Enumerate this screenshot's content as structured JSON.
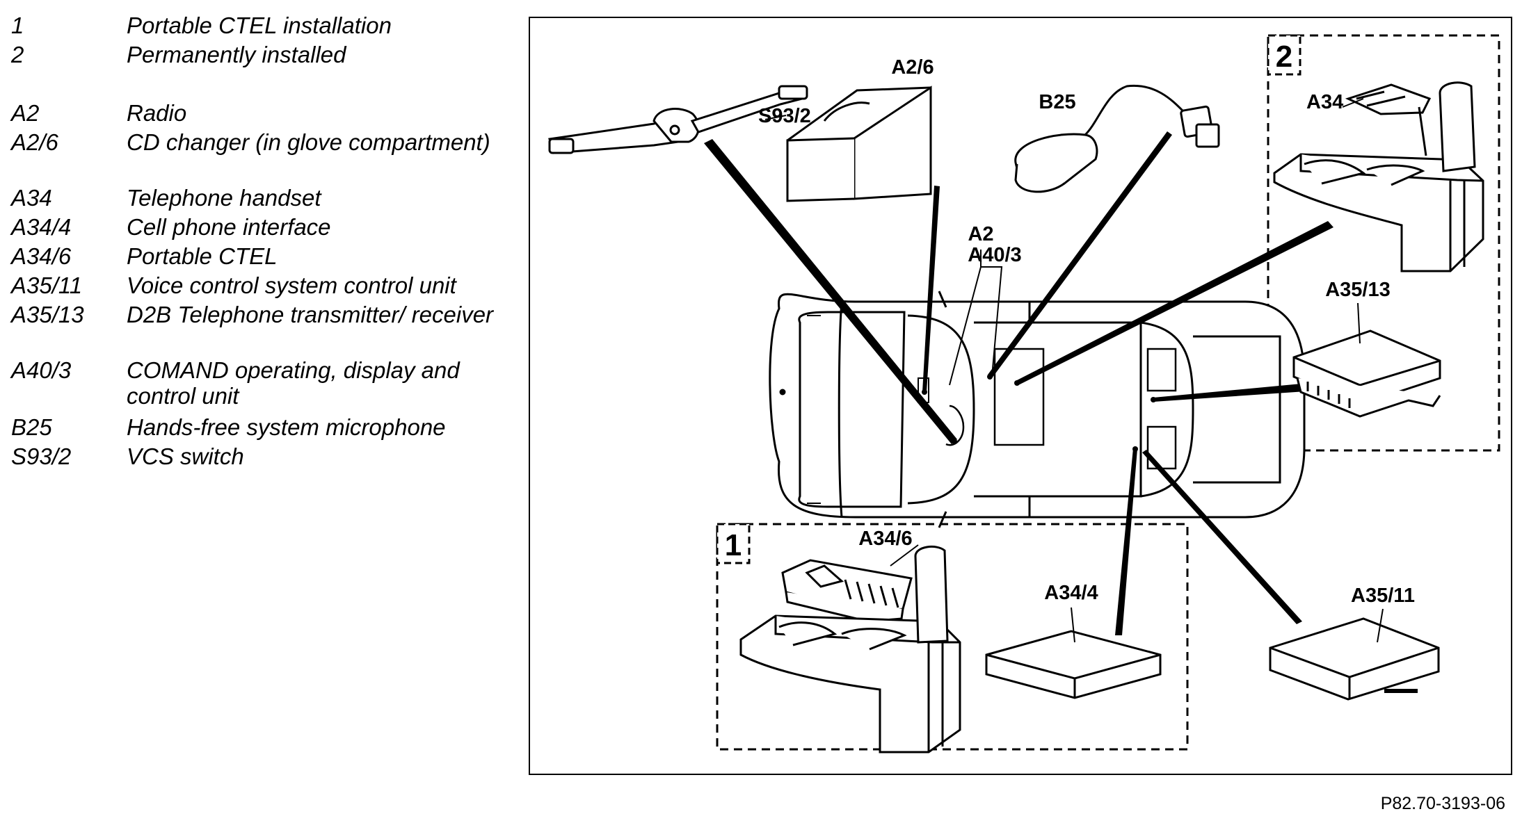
{
  "legend": [
    {
      "code": "1",
      "text": "Portable CTEL installation"
    },
    {
      "code": "2",
      "text": "Permanently installed"
    },
    {
      "code": "A2",
      "text": "Radio"
    },
    {
      "code": "A2/6",
      "text": "CD changer (in glove compartment)"
    },
    {
      "code": "A34",
      "text": "Telephone handset"
    },
    {
      "code": "A34/4",
      "text": "Cell phone interface"
    },
    {
      "code": "A34/6",
      "text": "Portable CTEL"
    },
    {
      "code": "A35/11",
      "text": "Voice control system control unit"
    },
    {
      "code": "A35/13",
      "text": "D2B Telephone transmitter/ receiver"
    },
    {
      "code": "A40/3",
      "text": "COMAND operating, display and control unit"
    },
    {
      "code": "B25",
      "text": "Hands-free system microphone"
    },
    {
      "code": "S93/2",
      "text": "VCS switch"
    }
  ],
  "diagram": {
    "labels": {
      "s93_2": "S93/2",
      "a2_6": "A2/6",
      "b25": "B25",
      "a2": "A2",
      "a40_3": "A40/3",
      "a34": "A34",
      "a35_13": "A35/13",
      "a34_6": "A34/6",
      "a34_4": "A34/4",
      "a35_11": "A35/11"
    },
    "groups": {
      "portable": "1",
      "permanent": "2"
    }
  },
  "figure_ref": "P82.70-3193-06"
}
